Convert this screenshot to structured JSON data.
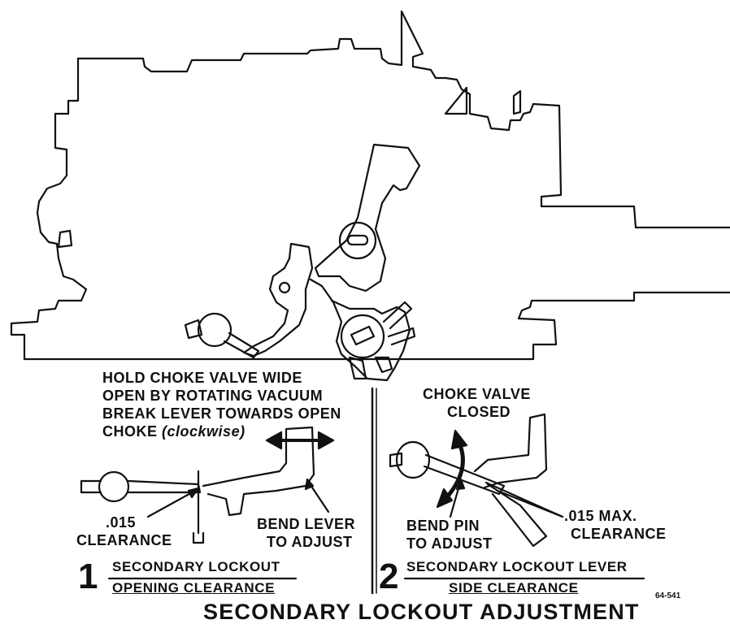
{
  "figure": {
    "title": "SECONDARY LOCKOUT ADJUSTMENT",
    "ref_code": "64-541"
  },
  "step1": {
    "number": "1",
    "instruction_lines": [
      "HOLD CHOKE VALVE WIDE",
      "OPEN BY ROTATING VACUUM",
      "BREAK LEVER TOWARDS OPEN"
    ],
    "instruction_last": "CHOKE",
    "instruction_last_italic": "(clockwise)",
    "clearance_value": ".015",
    "clearance_label": "CLEARANCE",
    "bend_line1": "BEND LEVER",
    "bend_line2": "TO ADJUST",
    "caption_line1": "SECONDARY LOCKOUT",
    "caption_line2": "OPENING CLEARANCE"
  },
  "step2": {
    "number": "2",
    "choke_line1": "CHOKE VALVE",
    "choke_line2": "CLOSED",
    "bend_line1": "BEND PIN",
    "bend_line2": "TO ADJUST",
    "clearance_line1": ".015 MAX.",
    "clearance_line2": "CLEARANCE",
    "caption_line1": "SECONDARY LOCKOUT LEVER",
    "caption_line2": "SIDE CLEARANCE"
  }
}
